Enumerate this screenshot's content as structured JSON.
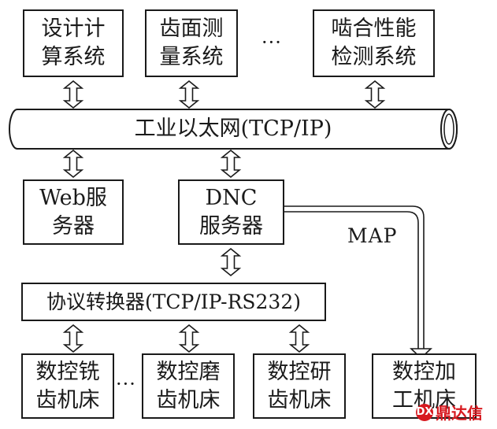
{
  "top_systems": [
    {
      "line1": "设计计",
      "line2": "算系统"
    },
    {
      "line1": "齿面测",
      "line2": "量系统"
    },
    {
      "line1": "啮合性能",
      "line2": "检测系统"
    }
  ],
  "top_ellipsis": "···",
  "network_label": "工业以太网(TCP/IP)",
  "web_server": {
    "line1": "Web服",
    "line2": "务器"
  },
  "dnc_server": {
    "line1": "DNC",
    "line2": "服务器"
  },
  "map_label": "MAP",
  "converter_label": "协议转换器(TCP/IP-RS232)",
  "machines": [
    {
      "line1": "数控铣",
      "line2": "齿机床"
    },
    {
      "line1": "数控磨",
      "line2": "齿机床"
    },
    {
      "line1": "数控研",
      "line2": "齿机床"
    },
    {
      "line1": "数控加",
      "line2": "工机床"
    }
  ],
  "bottom_ellipsis": "···",
  "watermark": {
    "text": "鼎达信",
    "logo": "DX"
  }
}
